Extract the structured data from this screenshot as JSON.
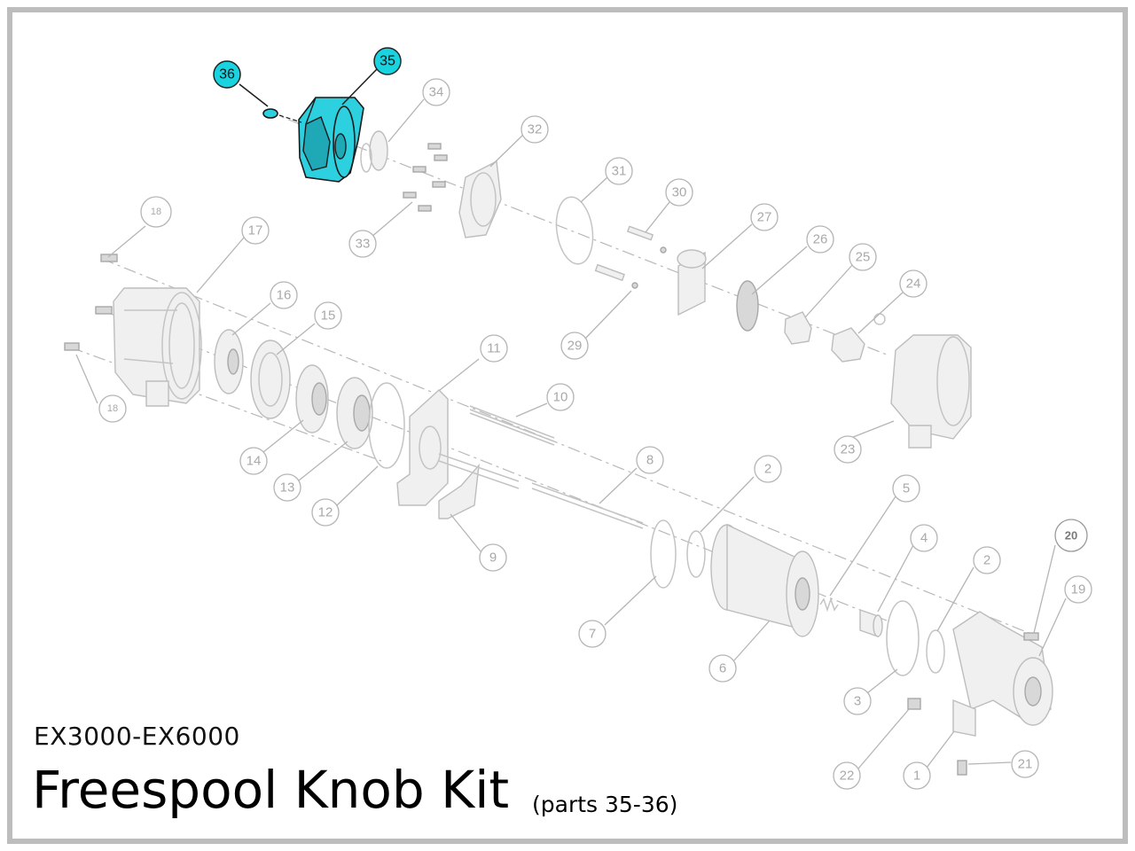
{
  "model_code": "EX3000-EX6000",
  "kit_title": "Freespool Knob Kit",
  "kit_subtitle": "(parts 35-36)",
  "colors": {
    "highlight": "#19d3e0",
    "frame": "#bdbdbd",
    "line_art": "#c4c4c4",
    "text": "#000000"
  },
  "callouts": {
    "c1": "1",
    "c2a": "2",
    "c2b": "2",
    "c3": "3",
    "c4": "4",
    "c5": "5",
    "c6": "6",
    "c7": "7",
    "c8": "8",
    "c9": "9",
    "c10": "10",
    "c11": "11",
    "c12": "12",
    "c13": "13",
    "c14": "14",
    "c15": "15",
    "c16": "16",
    "c17": "17",
    "c18a": "18",
    "c18b": "18",
    "c19": "19",
    "c20": "20",
    "c21": "21",
    "c22": "22",
    "c23": "23",
    "c24": "24",
    "c25": "25",
    "c26": "26",
    "c27": "27",
    "c29": "29",
    "c30": "30",
    "c31": "31",
    "c32": "32",
    "c33": "33",
    "c34": "34",
    "c35": "35",
    "c36": "36"
  }
}
